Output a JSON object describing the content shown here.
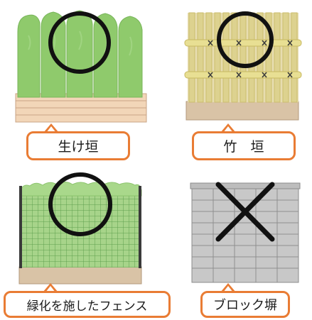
{
  "colors": {
    "accent": "#e97c34",
    "hedge_green": "#8fc96e",
    "fence_green": "#9fcf80",
    "bamboo": "#dcd18a",
    "planter": "#f1d2b2",
    "ground": "#d9c3a6",
    "block": "#c7c7c7",
    "marker": "#111111"
  },
  "panels": [
    {
      "id": "hedge",
      "label": "生け垣",
      "mark": "circle",
      "icon": "hedge-illustration"
    },
    {
      "id": "bamboo",
      "label": "竹　垣",
      "mark": "circle",
      "icon": "bamboo-fence-illustration"
    },
    {
      "id": "green-fence",
      "label": "緑化を施したフェンス",
      "mark": "circle",
      "icon": "green-fence-illustration"
    },
    {
      "id": "block-wall",
      "label": "ブロック塀",
      "mark": "cross",
      "icon": "block-wall-illustration"
    }
  ]
}
